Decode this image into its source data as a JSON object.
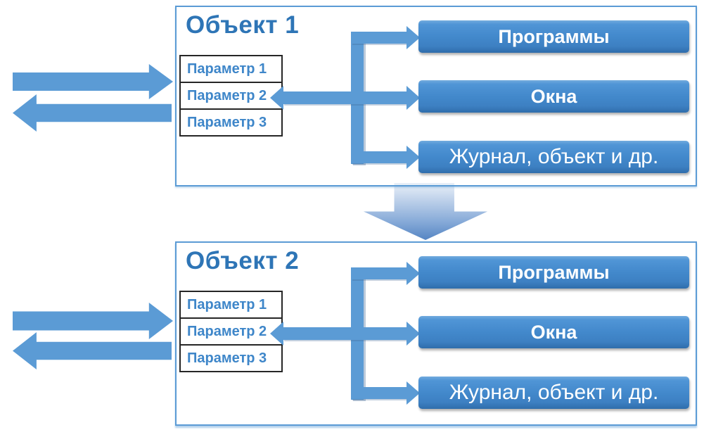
{
  "objects": [
    {
      "title": "Объект 1",
      "parameters": [
        "Параметр 1",
        "Параметр 2",
        "Параметр 3"
      ],
      "targets": [
        "Программы",
        "Окна",
        "Журнал, объект и др."
      ]
    },
    {
      "title": "Объект 2",
      "parameters": [
        "Параметр 1",
        "Параметр 2",
        "Параметр 3"
      ],
      "targets": [
        "Программы",
        "Окна",
        "Журнал, объект и др."
      ]
    }
  ],
  "colors": {
    "accent_blue": "#5b9bd5",
    "title_text": "#2e75b6",
    "parameter_text": "#3e86c9",
    "box_gradient_top": "#72abde",
    "box_gradient_bottom": "#2f6dab",
    "box_text": "#ffffff",
    "big_arrow_top": "#e9f0f8",
    "big_arrow_bottom": "#5585c3",
    "table_border": "#262626",
    "panel_border": "#5b9bd5"
  }
}
